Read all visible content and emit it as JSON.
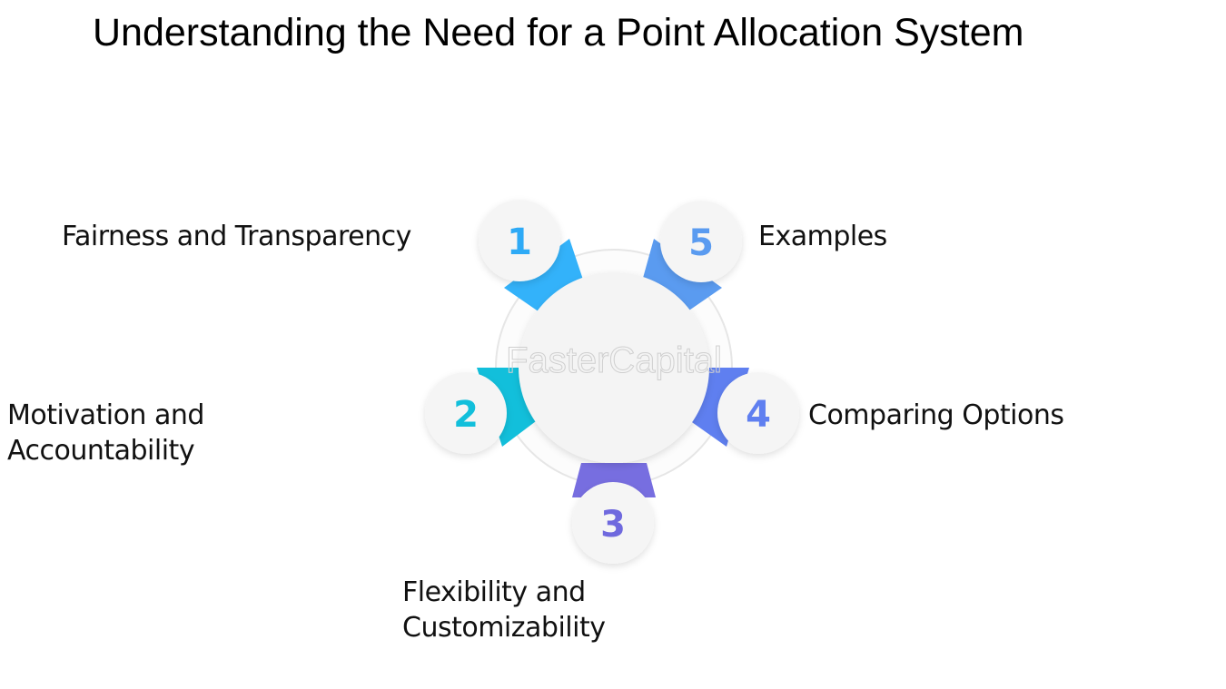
{
  "title": "Understanding the Need for a Point Allocation System",
  "watermark": "FasterCapital",
  "items": [
    {
      "number": "1",
      "label": "Fairness and Transparency",
      "color": "#2eaaf6"
    },
    {
      "number": "2",
      "label_line1": "Motivation and",
      "label_line2": "Accountability",
      "color": "#12bfdb"
    },
    {
      "number": "3",
      "label_line1": "Flexibility and",
      "label_line2": "Customizability",
      "color": "#6f69de"
    },
    {
      "number": "4",
      "label": "Comparing Options",
      "color": "#5f7ff0"
    },
    {
      "number": "5",
      "label": "Examples",
      "color": "#5a9bf0"
    }
  ]
}
